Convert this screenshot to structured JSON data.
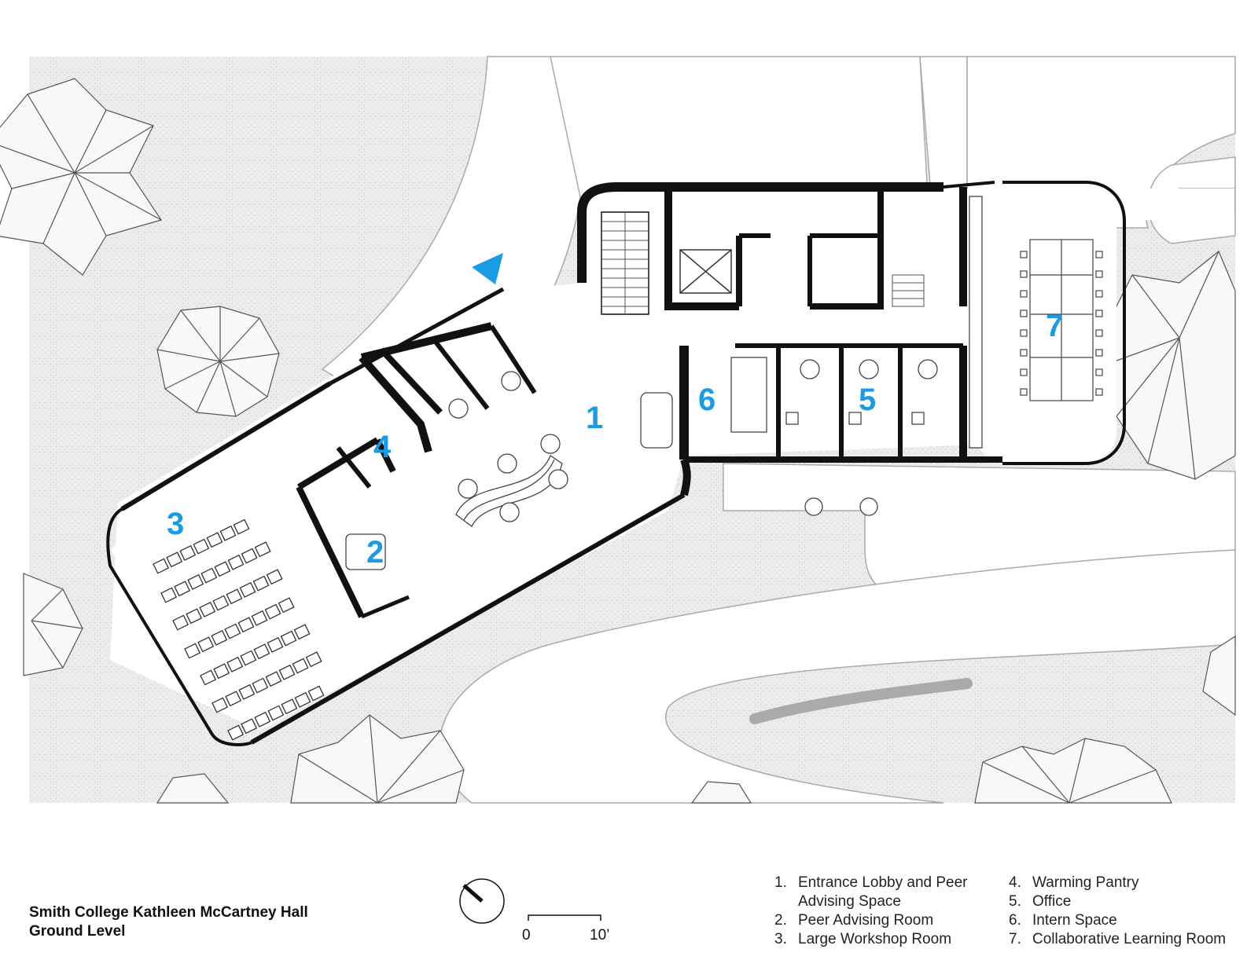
{
  "room_numbers": [
    "1",
    "2",
    "3",
    "4",
    "5",
    "6",
    "7"
  ],
  "legend_left": [
    {
      "num": "1.",
      "text": "Entrance Lobby and Peer Advising Space"
    },
    {
      "num": "2.",
      "text": "Peer Advising Room"
    },
    {
      "num": "3.",
      "text": "Large Workshop Room"
    }
  ],
  "legend_right": [
    {
      "num": "4.",
      "text": "Warming Pantry"
    },
    {
      "num": "5.",
      "text": "Office"
    },
    {
      "num": "6.",
      "text": "Intern Space"
    },
    {
      "num": "7.",
      "text": "Collaborative Learning Room"
    }
  ],
  "title": {
    "line1": "Smith College Kathleen McCartney Hall",
    "line2": "Ground Level"
  },
  "scale_bar": {
    "start": "0",
    "end": "10’"
  },
  "icons": {
    "north": "north-arrow-icon",
    "entry": "entry-arrow-icon"
  },
  "colors": {
    "accent": "#1a9be6",
    "wall": "#111111",
    "ground": "#e8e8e8",
    "line": "#9a9a9a"
  }
}
